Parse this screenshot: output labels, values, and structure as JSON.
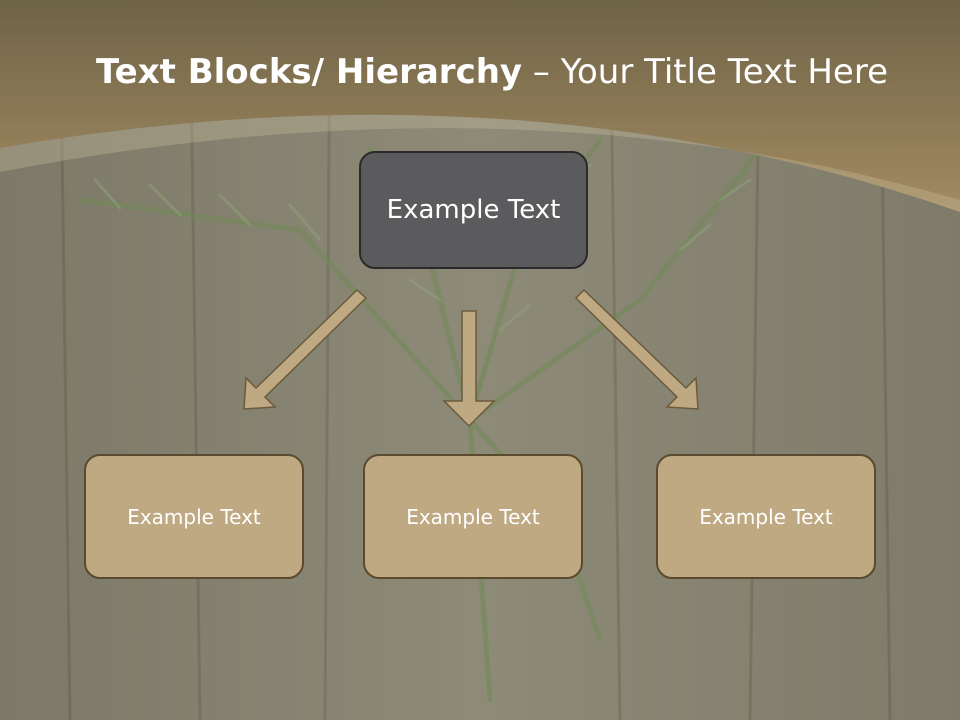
{
  "title": {
    "bold": "Text Blocks/ Hierarchy",
    "rest": " – Your Title Text Here"
  },
  "hierarchy": {
    "top": "Example Text",
    "children": [
      "Example Text",
      "Example Text",
      "Example Text"
    ]
  },
  "colors": {
    "header_band": "#a38b62",
    "top_box": "#5b5b5d",
    "child_box": "#bfa982",
    "arrow_fill": "#bfa982",
    "arrow_stroke": "#6b5a3c"
  }
}
